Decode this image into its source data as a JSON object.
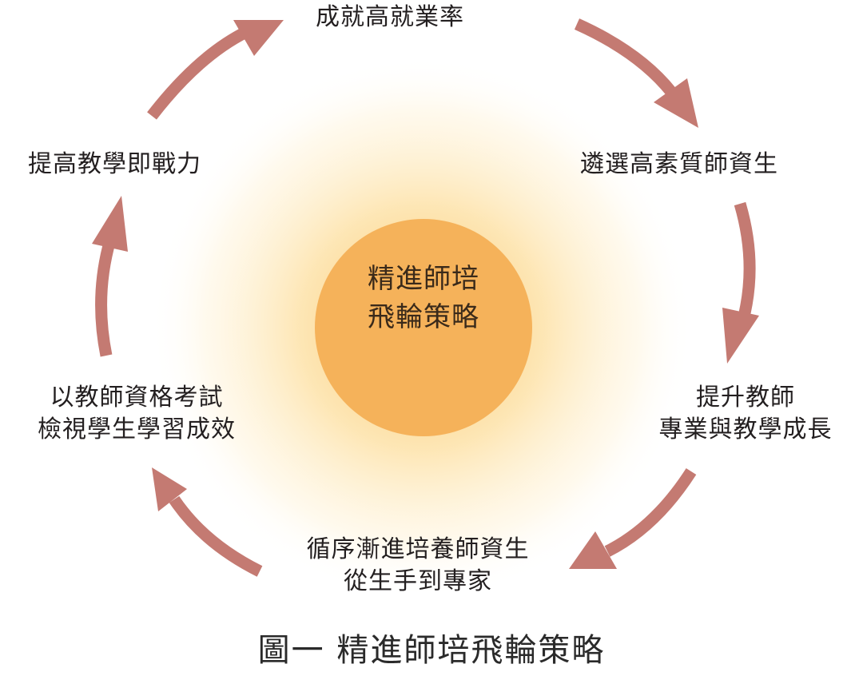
{
  "center": {
    "line1": "精進師培",
    "line2": "飛輪策略"
  },
  "cycle": {
    "top": "成就高就業率",
    "right_upper": "遴選高素質師資生",
    "right_lower": {
      "line1": "提升教師",
      "line2": "專業與教學成長"
    },
    "bottom": {
      "line1": "循序漸進培養師資生",
      "line2": "從生手到專家"
    },
    "left_lower": {
      "line1": "以教師資格考試",
      "line2": "檢視學生學習成效"
    },
    "left_upper": "提高教學即戰力"
  },
  "caption": "圖一 精進師培飛輪策略",
  "colors": {
    "arrow": "#c47a72",
    "glow": "#fbd58a",
    "center_circle": "#f5b25a",
    "text": "#231f20"
  }
}
